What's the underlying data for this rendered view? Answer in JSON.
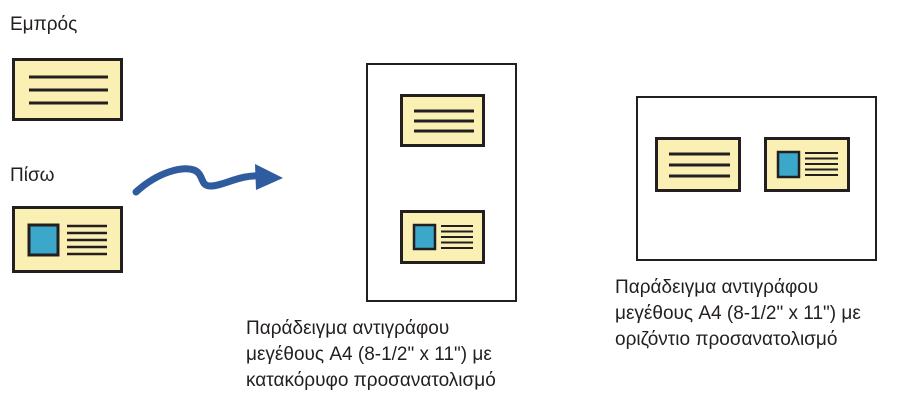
{
  "labels": {
    "front": "Εμπρός",
    "back": "Πίσω"
  },
  "captions": {
    "portrait": {
      "lines": [
        "Παράδειγμα αντιγράφου",
        "μεγέθους A4 (8-1/2\" x 11\") με",
        "κατακόρυφο προσανατολισμό"
      ]
    },
    "landscape": {
      "lines": [
        "Παράδειγμα αντιγράφου",
        "μεγέθους A4 (8-1/2\" x 11\") με",
        "οριζόντιο προσανατολισμό"
      ]
    }
  },
  "colors": {
    "card_fill": "#fbf0b4",
    "photo_fill": "#3ba7c9",
    "outline": "#231f20",
    "arrow": "#2e5c9e"
  },
  "icons": {
    "arrow": "curved-arrow-right-icon",
    "front_card": "text-lines-card-icon",
    "back_card": "photo-id-card-icon"
  }
}
